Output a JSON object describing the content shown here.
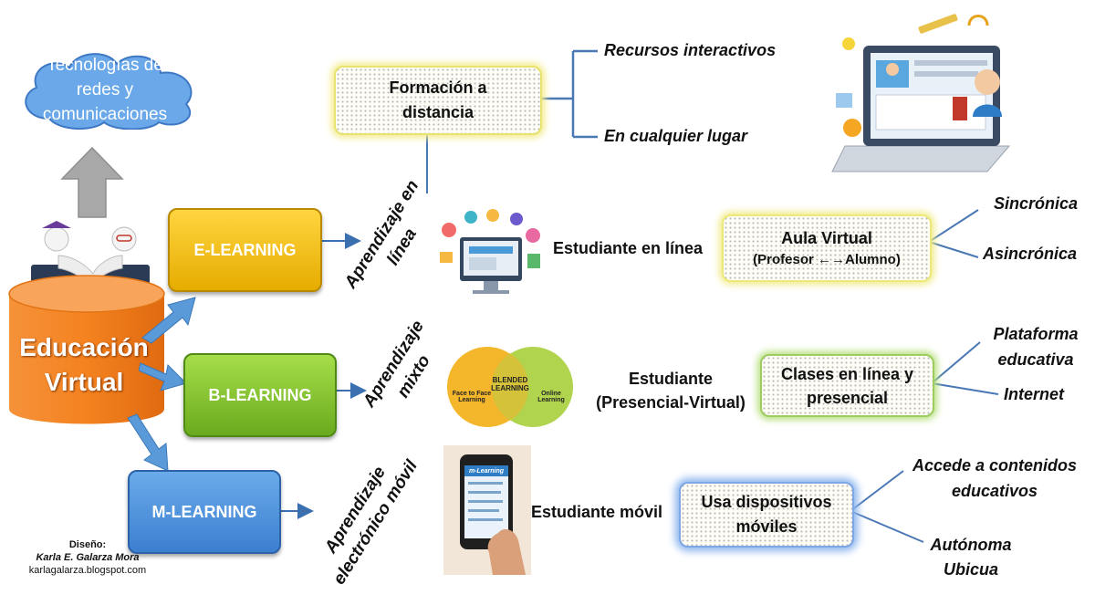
{
  "cloud": {
    "line1": "Tecnologías de",
    "line2": "redes y",
    "line3": "comunicaciones"
  },
  "center": {
    "line1": "Educación",
    "line2": "Virtual"
  },
  "levels": {
    "e": {
      "label": "E-LEARNING"
    },
    "b": {
      "label": "B-LEARNING"
    },
    "m": {
      "label": "M-LEARNING"
    }
  },
  "e_branch": {
    "rotated_line1": "Aprendizaje en",
    "rotated_line2": "línea",
    "formacion_line1": "Formación a",
    "formacion_line2": "distancia",
    "recursos": "Recursos interactivos",
    "lugar": "En cualquier lugar",
    "estudiante": "Estudiante en línea",
    "aula_title": "Aula Virtual",
    "aula_sub": "(Profesor ←→Alumno)",
    "sincronica": "Sincrónica",
    "asincronica": "Asincrónica"
  },
  "b_branch": {
    "rotated_line1": "Aprendizaje",
    "rotated_line2": "mixto",
    "blended_left": "Face to Face Learning",
    "blended_center": "BLENDED LEARNING",
    "blended_right": "Online Learning",
    "estudiante_line1": "Estudiante",
    "estudiante_line2": "(Presencial-Virtual)",
    "clases_line1": "Clases en línea y",
    "clases_line2": "presencial",
    "plataforma_line1": "Plataforma",
    "plataforma_line2": "educativa",
    "internet": "Internet"
  },
  "m_branch": {
    "rotated_line1": "Aprendizaje",
    "rotated_line2": "electrónico móvil",
    "phone_title": "m-Learning",
    "estudiante": "Estudiante móvil",
    "usa_line1": "Usa dispositivos",
    "usa_line2": "móviles",
    "accede_line1": "Accede a contenidos",
    "accede_line2": "educativos",
    "autonoma": "Autónoma",
    "ubicua": "Ubicua"
  },
  "credits": {
    "line1": "Diseño:",
    "line2": "Karla E. Galarza Mora",
    "line3": "karlagalarza.blogspot.com"
  },
  "colors": {
    "yellow": "#f5c000",
    "green": "#7dc032",
    "blue": "#4a8ee0",
    "orange": "#f07a1e",
    "connector": "#4a78b5"
  }
}
